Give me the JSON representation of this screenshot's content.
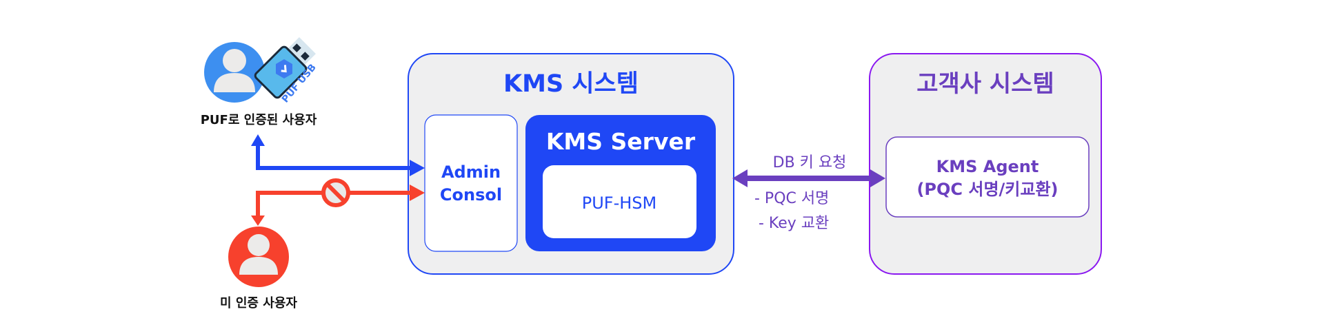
{
  "colors": {
    "blue": "#1f47f5",
    "red": "#f7412d",
    "purple": "#6a3fbf",
    "purple_border": "#8a18f0",
    "panel_bg": "#efeff0",
    "user_blue": "#3d8ff0",
    "user_red": "#f7412d",
    "avatar_fg": "#ecebea",
    "text_dark": "#111111",
    "usb_body": "#58b9ec",
    "usb_shield": "#3d7af0"
  },
  "users": {
    "authenticated": {
      "label": "PUF로 인증된 사용자",
      "usb_label": "PUF USB"
    },
    "unauthenticated": {
      "label": "미 인증 사용자"
    }
  },
  "kms_system": {
    "title": "KMS 시스템",
    "admin_console": {
      "line1": "Admin",
      "line2": "Consol"
    },
    "kms_server": {
      "title": "KMS Server",
      "hsm": "PUF-HSM"
    }
  },
  "connection": {
    "label": "DB 키 요청",
    "items": [
      "-  PQC 서명",
      "-  Key 교환"
    ]
  },
  "customer_system": {
    "title": "고객사 시스템",
    "agent": {
      "line1": "KMS Agent",
      "line2": "(PQC 서명/키교환)"
    }
  }
}
